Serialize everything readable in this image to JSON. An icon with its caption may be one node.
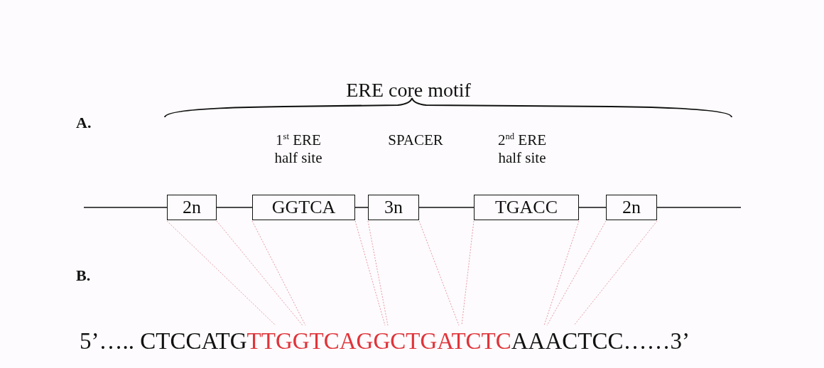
{
  "diagram": {
    "nodes": [
      {
        "text": [
          "2n"
        ]
      },
      {
        "text": [
          "GGTCA"
        ]
      },
      {
        "text": [
          "3n"
        ]
      },
      {
        "text": [
          "TGACC"
        ]
      },
      {
        "text": [
          "2n"
        ]
      }
    ],
    "edges": [
      {
        "from": null,
        "to": 0,
        "arrow": "none",
        "color": "#111111"
      },
      {
        "from": 0,
        "to": 1,
        "arrow": "none",
        "color": "#111111"
      },
      {
        "from": 1,
        "to": 2,
        "arrow": "none",
        "color": "#111111"
      },
      {
        "from": 2,
        "to": 3,
        "arrow": "none",
        "color": "#111111"
      },
      {
        "from": 3,
        "to": 4,
        "arrow": "none",
        "color": "#111111"
      },
      {
        "from": 4,
        "to": null,
        "arrow": "none",
        "color": "#111111"
      },
      {
        "from": 0,
        "to": null,
        "arrow": "none",
        "style": "dashed"
      },
      {
        "from": 0,
        "to": null,
        "arrow": "none",
        "style": "dashed"
      },
      {
        "from": 1,
        "to": null,
        "arrow": "none",
        "style": "dashed"
      },
      {
        "from": 1,
        "to": null,
        "arrow": "none",
        "style": "dashed"
      },
      {
        "from": 2,
        "to": null,
        "arrow": "none",
        "style": "dashed"
      },
      {
        "from": 2,
        "to": null,
        "arrow": "none",
        "style": "dashed"
      },
      {
        "from": 3,
        "to": null,
        "arrow": "none",
        "style": "dashed"
      },
      {
        "from": 3,
        "to": null,
        "arrow": "none",
        "style": "dashed"
      },
      {
        "from": 4,
        "to": null,
        "arrow": "none",
        "style": "dashed"
      },
      {
        "from": 4,
        "to": null,
        "arrow": "none",
        "style": "dashed"
      }
    ],
    "labels": [
      "ERE core motif",
      "A.",
      "1$^{st}$ ERE half site",
      "SPACER",
      "2$^{nd}$ ERE half site",
      "B.",
      "5’….. CTCCATG",
      "TTGGTCAGGCTGATCTC",
      "AAACTCC……3’"
    ]
  }
}
